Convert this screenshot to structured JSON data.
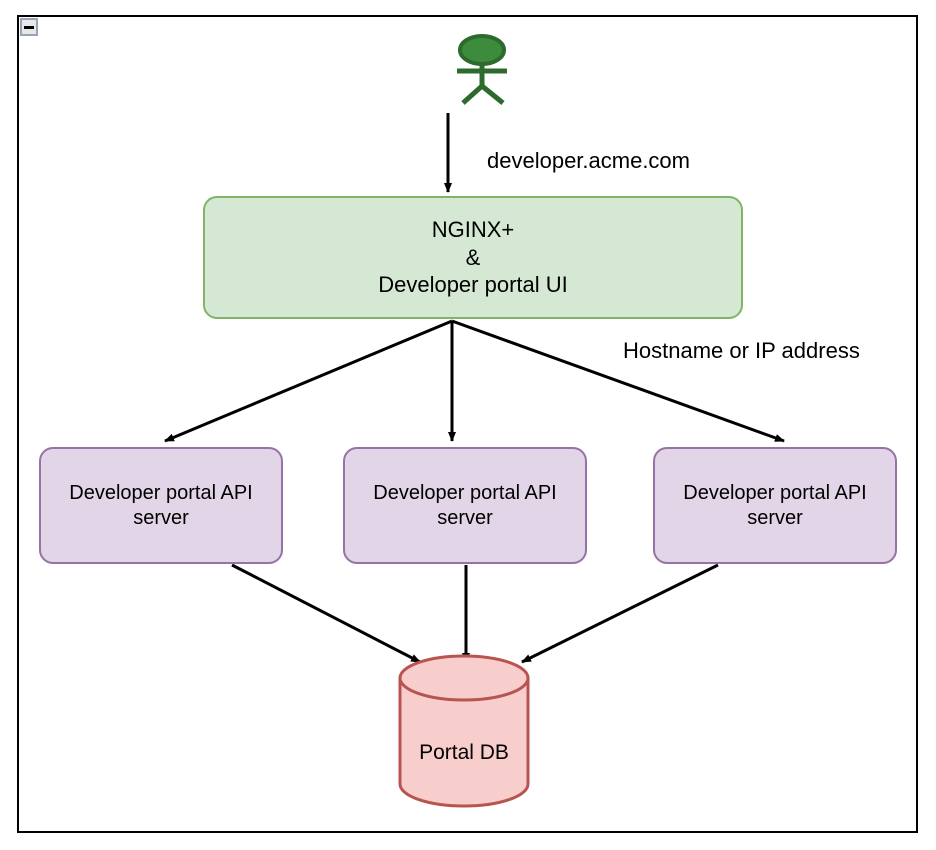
{
  "frame": {
    "collapse_icon": "collapse-minus-icon"
  },
  "nodes": {
    "actor": {
      "icon": "user-actor-icon",
      "color": "#2d6a2d"
    },
    "nginx": {
      "line1": "NGINX+",
      "line2": "&",
      "line3": "Developer portal UI",
      "fill": "#d5e8d4",
      "stroke": "#82b366"
    },
    "api_servers": [
      {
        "line1": "Developer portal API",
        "line2": "server",
        "fill": "#e1d5e7",
        "stroke": "#9673a6"
      },
      {
        "line1": "Developer portal API",
        "line2": "server",
        "fill": "#e1d5e7",
        "stroke": "#9673a6"
      },
      {
        "line1": "Developer portal API",
        "line2": "server",
        "fill": "#e1d5e7",
        "stroke": "#9673a6"
      }
    ],
    "database": {
      "label": "Portal DB",
      "fill": "#f8cecc",
      "stroke": "#b85450"
    }
  },
  "edge_labels": {
    "domain": "developer.acme.com",
    "hostname": "Hostname or IP address"
  }
}
